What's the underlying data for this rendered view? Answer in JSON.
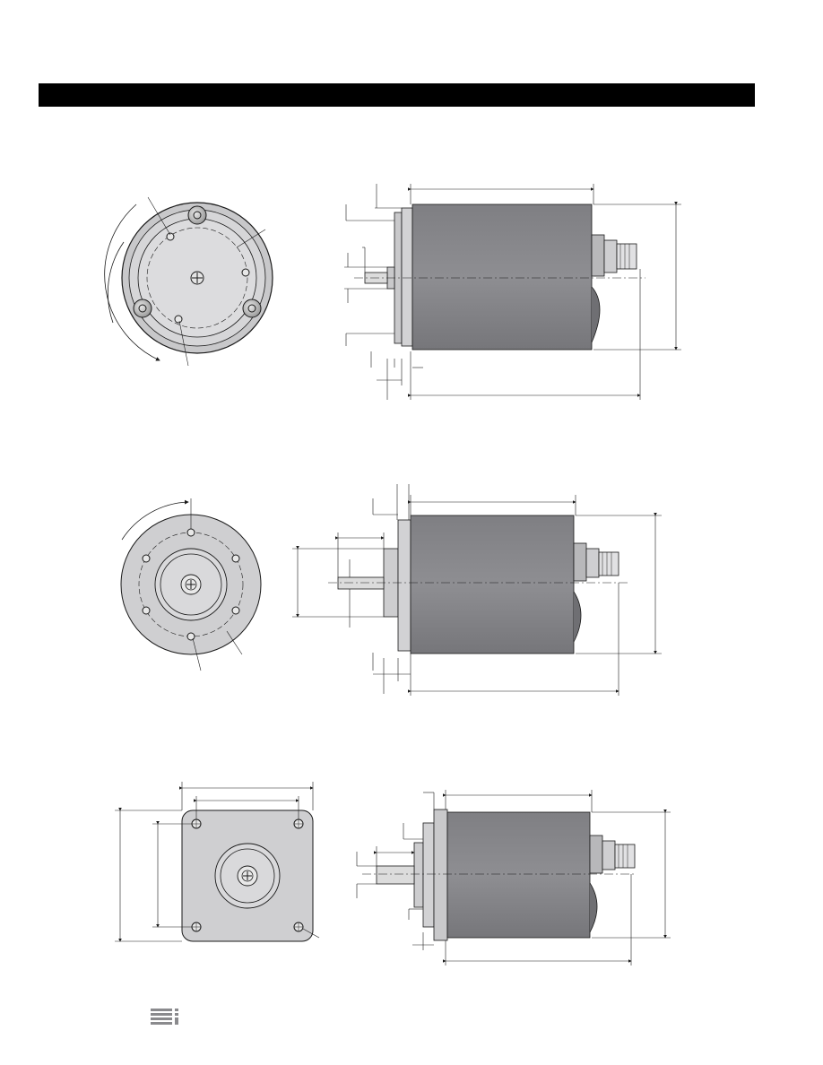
{
  "page": {
    "header_bar_color": "#000000",
    "body_color": "#8a8a8d",
    "flange_color": "#c9c9cb",
    "line_color": "#1a1a1a"
  },
  "drawings": [
    {
      "id": "servo-mount",
      "face_view": "round-face-3-clamps",
      "side_view": "servo-flange"
    },
    {
      "id": "flange-mount",
      "face_view": "round-flange-6-holes",
      "side_view": "pilot-flange"
    },
    {
      "id": "square-mount",
      "face_view": "square-flange-4-holes",
      "side_view": "square-flange"
    }
  ],
  "footer": {
    "logo_icon": "logo-icon"
  }
}
